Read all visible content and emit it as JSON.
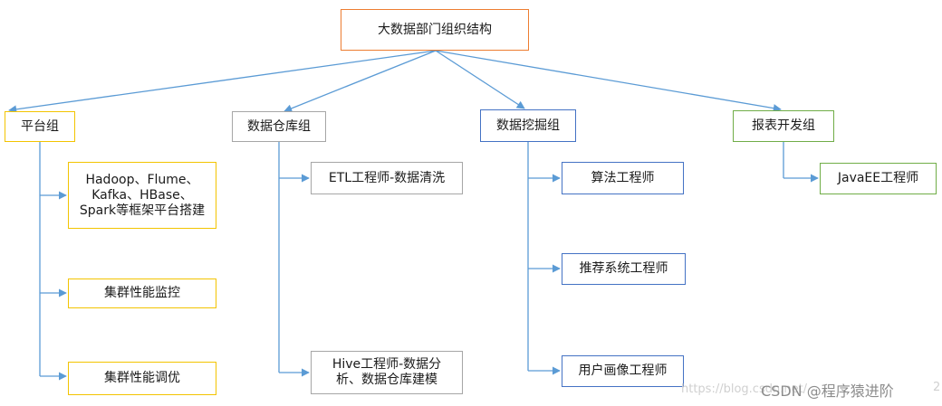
{
  "diagram": {
    "root": {
      "label": "大数据部门组织结构"
    },
    "groups": [
      {
        "label": "平台组",
        "children": [
          "Hadoop、Flume、Kafka、HBase、Spark等框架平台搭建",
          "集群性能监控",
          "集群性能调优"
        ]
      },
      {
        "label": "数据仓库组",
        "children": [
          "ETL工程师-数据清洗",
          "Hive工程师-数据分析、数据仓库建模"
        ]
      },
      {
        "label": "数据挖掘组",
        "children": [
          "算法工程师",
          "推荐系统工程师",
          "用户画像工程师"
        ]
      },
      {
        "label": "报表开发组",
        "children": [
          "JavaEE工程师"
        ]
      }
    ],
    "colors": {
      "connector": "#5b9bd5",
      "root_border": "#ed7d31",
      "platform_border": "#f3c400",
      "warehouse_border": "#a6a6a6",
      "mining_border": "#4472c4",
      "report_border": "#70ad47"
    }
  },
  "watermark": {
    "url": "https://blog.csdn.net/",
    "brand": "CSDN @程序猿进阶",
    "tail": "2"
  }
}
